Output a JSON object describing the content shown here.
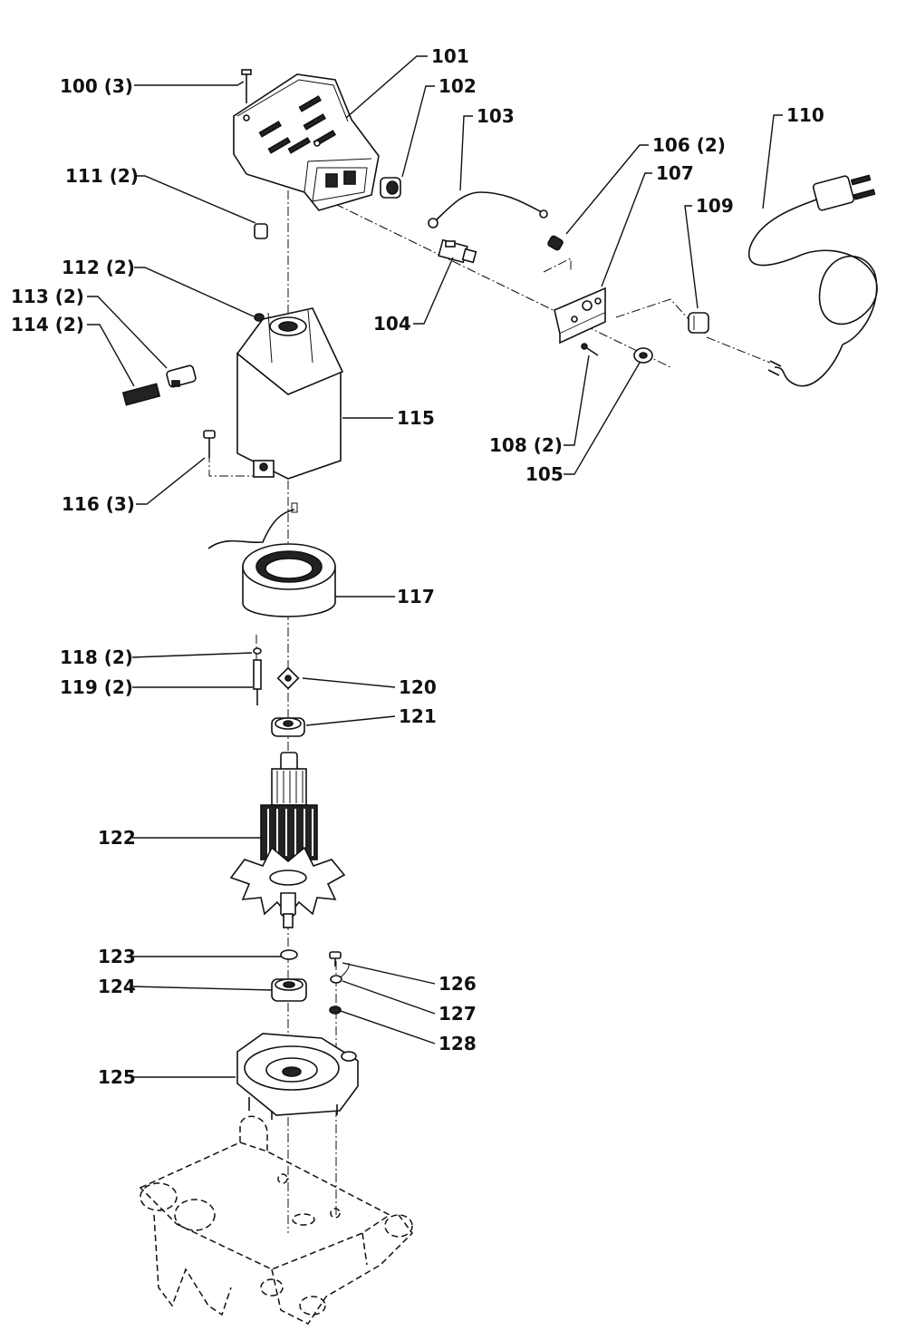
{
  "labels": {
    "p100": "100 (3)",
    "p101": "101",
    "p102": "102",
    "p103": "103",
    "p104": "104",
    "p105": "105",
    "p106": "106 (2)",
    "p107": "107",
    "p108": "108 (2)",
    "p109": "109",
    "p110": "110",
    "p111": "111 (2)",
    "p112": "112 (2)",
    "p113": "113 (2)",
    "p114": "114 (2)",
    "p115": "115",
    "p116": "116 (3)",
    "p117": "117",
    "p118": "118 (2)",
    "p119": "119 (2)",
    "p120": "120",
    "p121": "121",
    "p122": "122",
    "p123": "123",
    "p124": "124",
    "p125": "125",
    "p126": "126",
    "p127": "127",
    "p128": "128"
  }
}
